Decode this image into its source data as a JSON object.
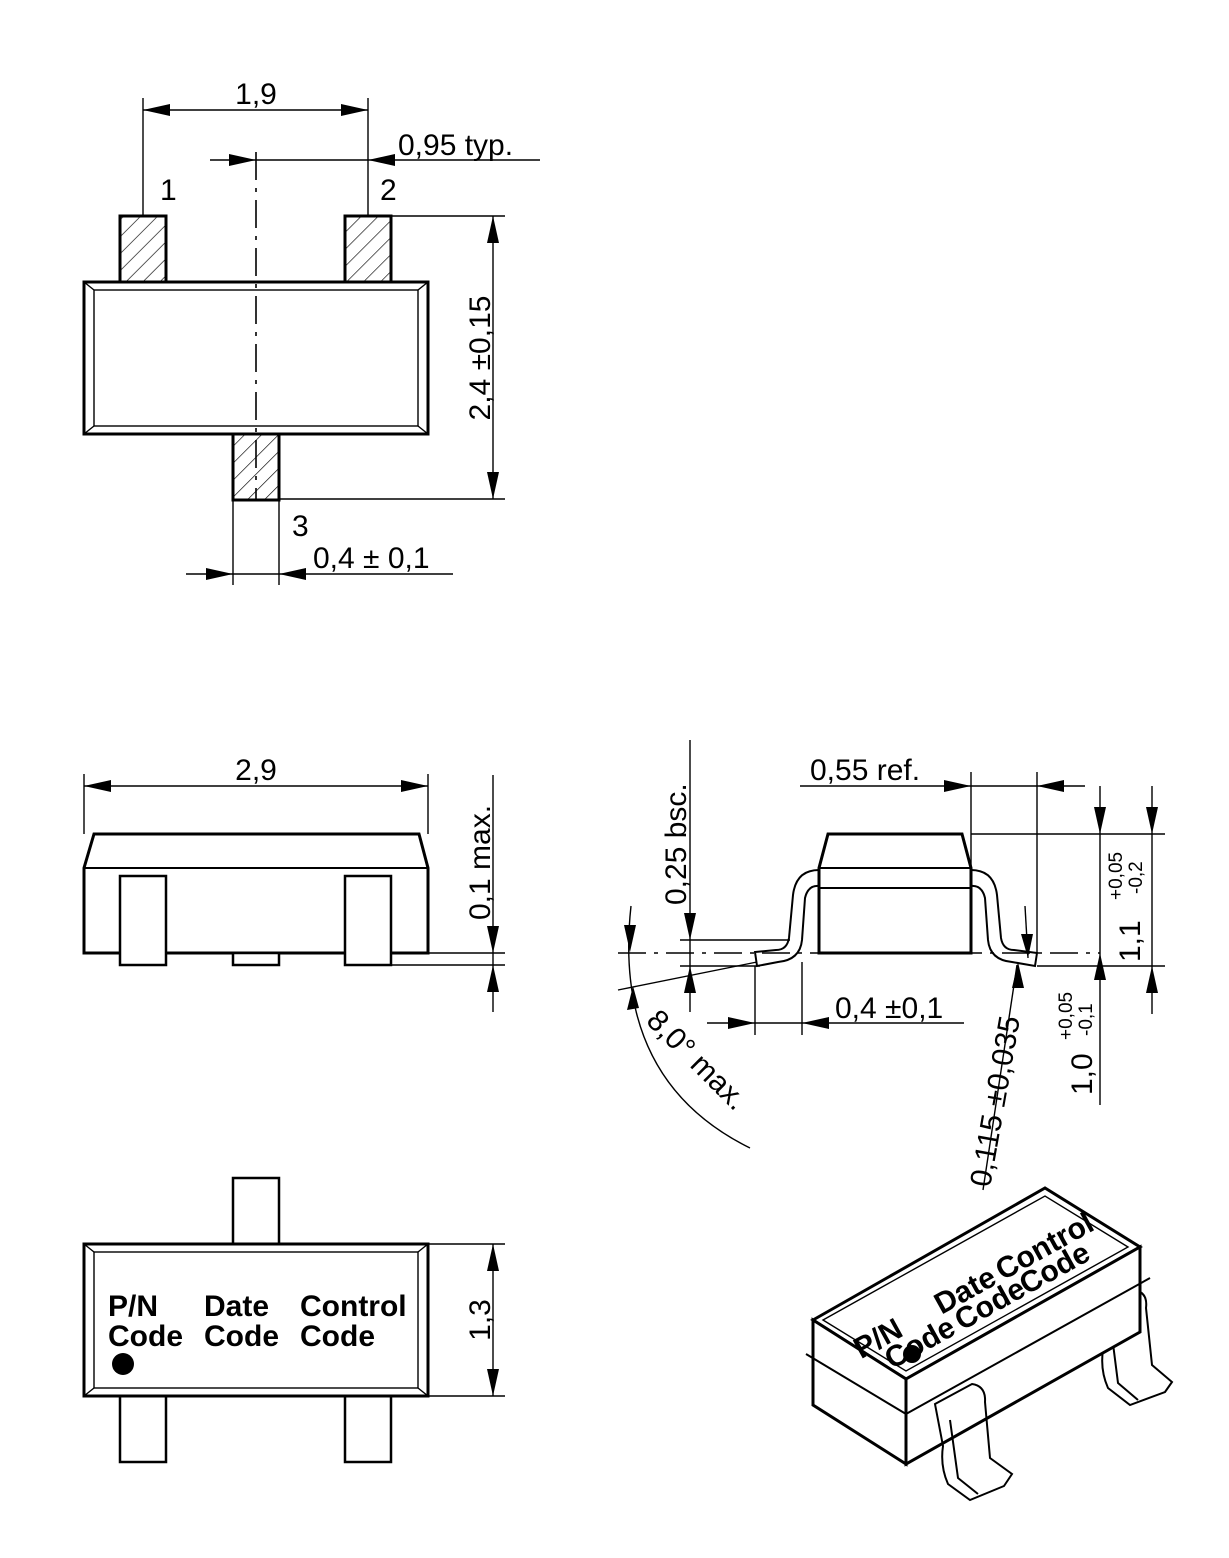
{
  "top_view": {
    "dim_pitch_total": "1,9",
    "dim_pitch": "0,95  typ.",
    "pin1": "1",
    "pin2": "2",
    "pin3": "3",
    "dim_height": "2,4 ±0,15",
    "dim_lead_width": "0,4 ± 0,1"
  },
  "front_view": {
    "dim_length": "2,9",
    "dim_standoff": "0,1  max."
  },
  "side_view": {
    "dim_lead_ref": "0,55  ref.",
    "dim_gauge": "0,25  bsc.",
    "dim_lead_width": "0,4 ±0,1",
    "dim_angle": "8,0°  max.",
    "dim_lead_thickness": "0,115 ±0,035",
    "dim_total_height": "1,1",
    "dim_total_height_tol_plus": "+0,05",
    "dim_total_height_tol_minus": "-0,2",
    "dim_body_height": "1,0",
    "dim_body_height_tol_plus": "+0,05",
    "dim_body_height_tol_minus": "-0,1"
  },
  "bottom_view": {
    "dim_width": "1,3",
    "pn_line1": "P/N",
    "pn_line2": "Code",
    "date_line1": "Date",
    "date_line2": "Code",
    "control_line1": "Control",
    "control_line2": "Code"
  },
  "iso_view": {
    "pn_line1": "P/N",
    "pn_line2": "Code",
    "date_line1": "Date",
    "date_line2": "Code",
    "control_line1": "Control",
    "control_line2": "Code"
  }
}
